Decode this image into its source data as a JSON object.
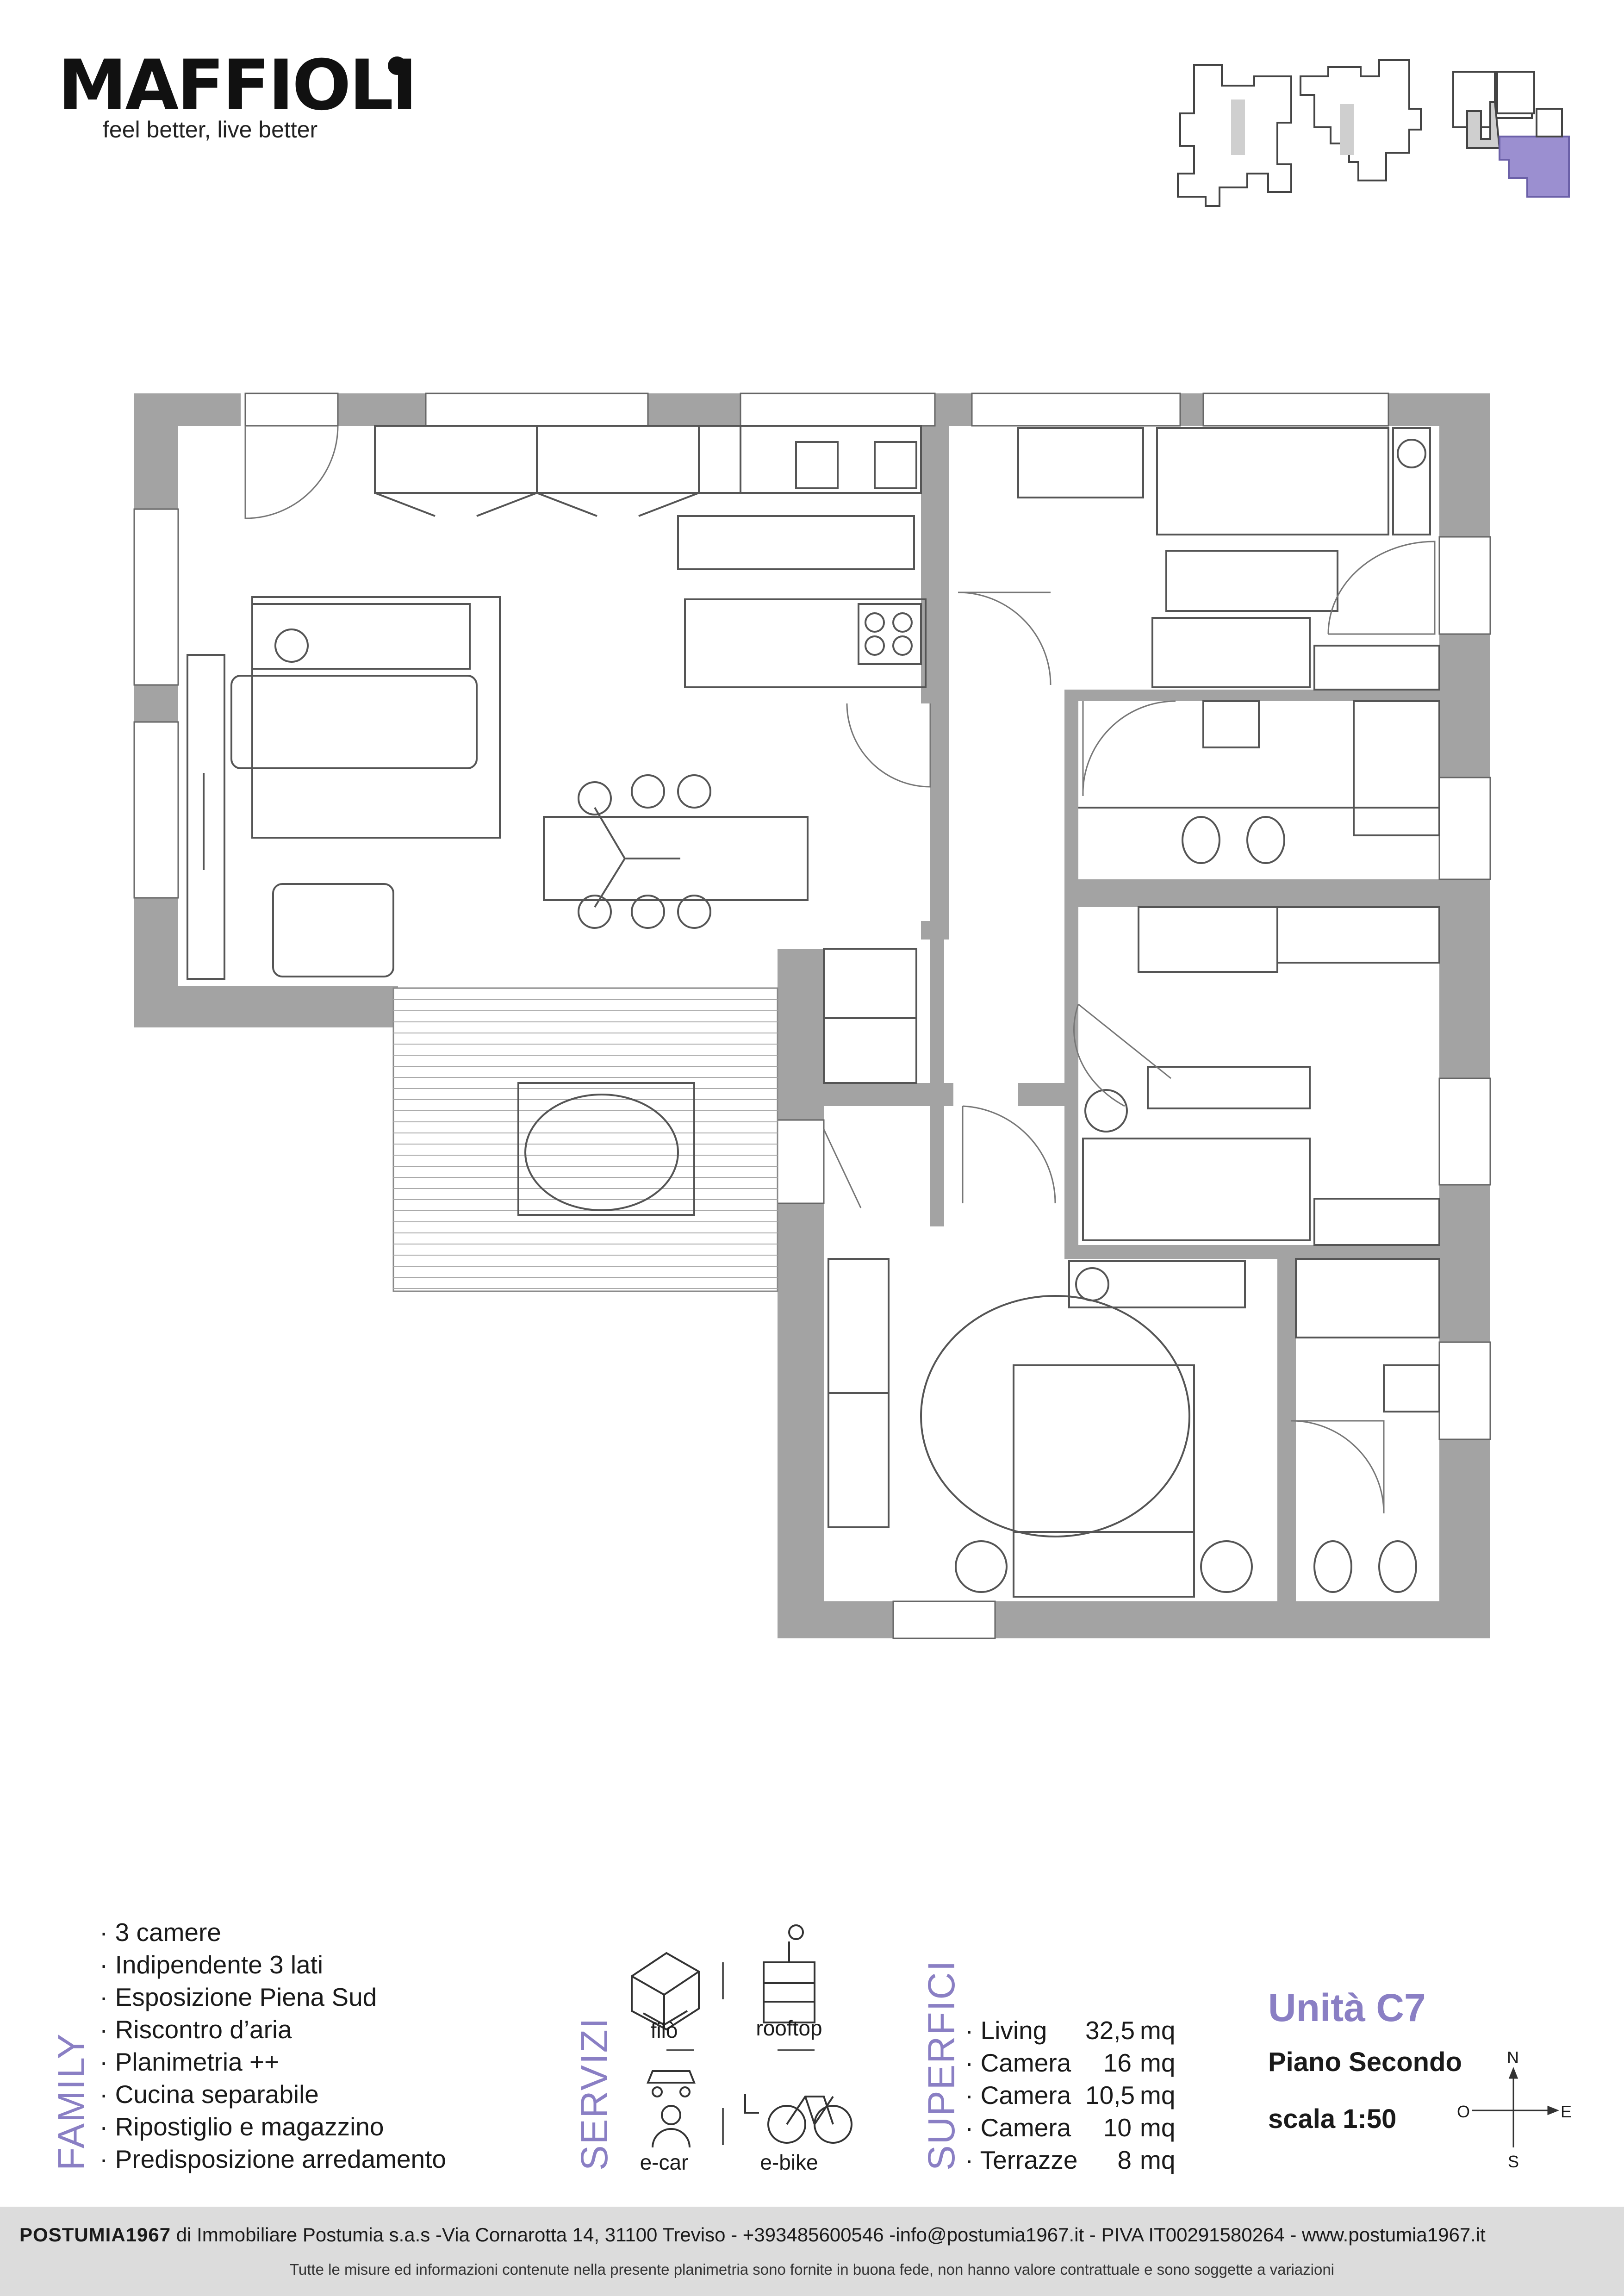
{
  "header": {
    "brand": "MAFFIOLI",
    "tagline": "feel better, live better"
  },
  "colors": {
    "wall": "#a3a3a3",
    "accent": "#8a7fc4",
    "highlight": "#9b8fd0",
    "line": "#555555",
    "footer_bg": "#dcdcdc"
  },
  "family": {
    "title": "FAMILY",
    "items": [
      "3 camere",
      "Indipendente 3 lati",
      "Esposizione Piena Sud",
      "Riscontro d’aria",
      "Planimetria ++",
      "Cucina separabile",
      "Ripostiglio e magazzino",
      "Predisposizione arredamento"
    ]
  },
  "servizi": {
    "title": "SERVIZI",
    "items": [
      {
        "label": "filò",
        "icon": "building-grid-icon"
      },
      {
        "label": "rooftop",
        "icon": "rooftop-cabinet-icon"
      },
      {
        "label": "e-car",
        "icon": "e-car-icon"
      },
      {
        "label": "e-bike",
        "icon": "e-bike-icon"
      }
    ]
  },
  "superfici": {
    "title": "SUPERFICI",
    "rows": [
      {
        "name": "Living",
        "value": "32,5",
        "unit": "mq"
      },
      {
        "name": "Camera",
        "value": "16",
        "unit": "mq"
      },
      {
        "name": "Camera",
        "value": "10,5",
        "unit": "mq"
      },
      {
        "name": "Camera",
        "value": "10",
        "unit": "mq"
      },
      {
        "name": "Terrazze",
        "value": "8",
        "unit": "mq"
      }
    ]
  },
  "unit": {
    "title": "Unità C7",
    "floor": "Piano Secondo",
    "scale": "scala 1:50"
  },
  "compass": {
    "n": "N",
    "s": "S",
    "e": "E",
    "o": "O"
  },
  "footer": {
    "brand": "POSTUMIA1967",
    "line1": "di Immobiliare Postumia s.a.s -Via Cornarotta 14, 31100 Treviso - +393485600546 -info@postumia1967.it - PIVA IT00291580264 - www.postumia1967.it",
    "line2": "Tutte le misure ed informazioni contenute nella presente planimetria sono fornite in buona fede, non hanno valore contrattuale e sono soggette a variazioni"
  }
}
